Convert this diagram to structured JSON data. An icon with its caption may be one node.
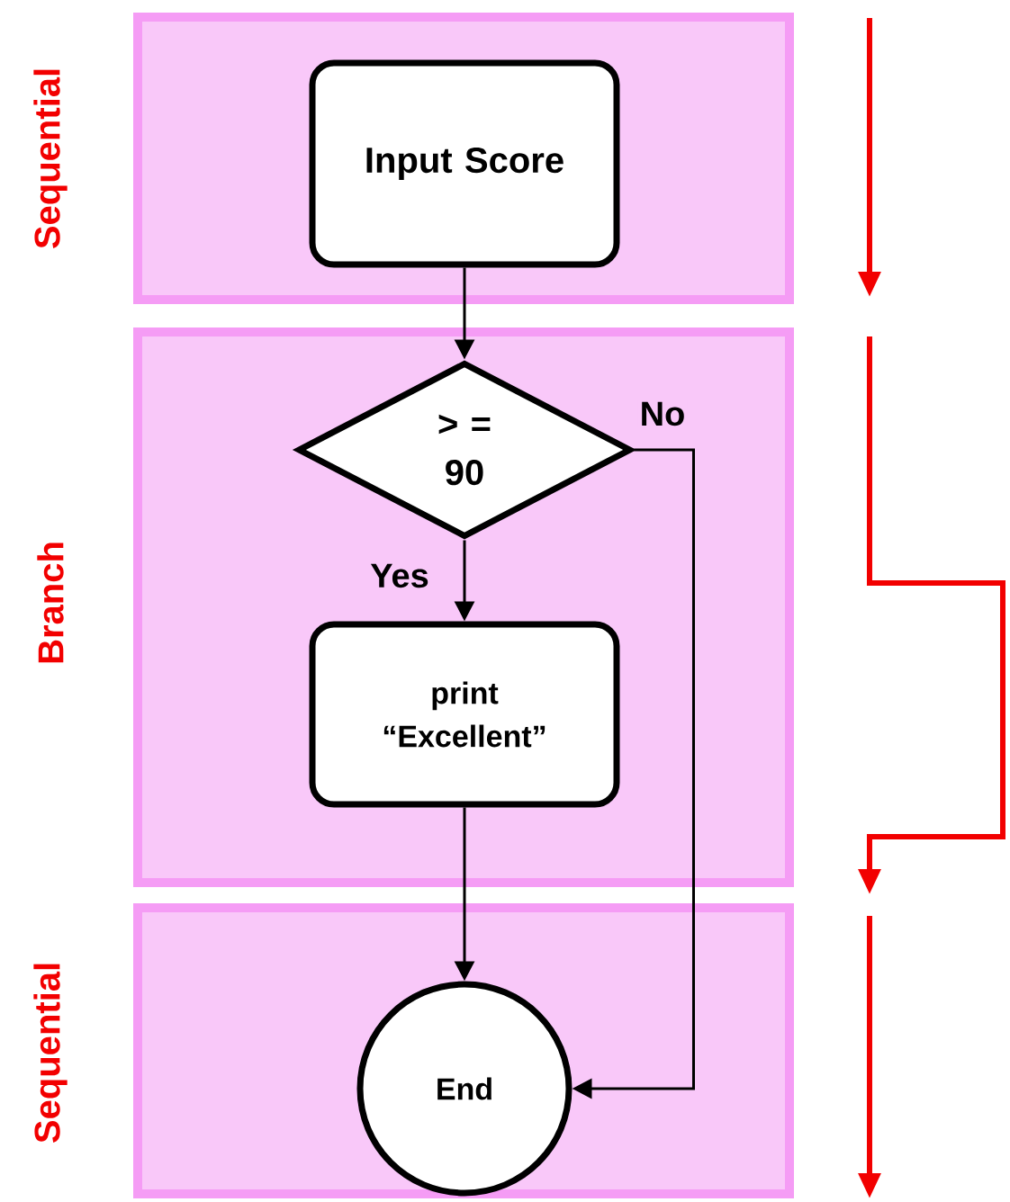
{
  "diagram": {
    "nodes": [
      {
        "text": [
          "Sequential"
        ]
      },
      {
        "text": [
          "Input Score"
        ],
        "in": 0
      },
      {
        "text": [
          "Branch"
        ]
      },
      {
        "text": [
          "> = 90"
        ],
        "in": 2
      },
      {
        "text": [
          "print “Excellent”"
        ],
        "in": 2
      },
      {
        "text": [
          "Sequential"
        ]
      },
      {
        "text": [
          "End"
        ],
        "in": 5
      }
    ],
    "edges": [
      {
        "from": 1,
        "to": 3,
        "arrow": "to"
      },
      {
        "from": 3,
        "to": 4,
        "arrow": "to",
        "label": "Yes"
      },
      {
        "from": 3,
        "to": 6,
        "arrow": "to",
        "label": "No"
      },
      {
        "from": 4,
        "to": 6,
        "arrow": "to"
      }
    ]
  }
}
